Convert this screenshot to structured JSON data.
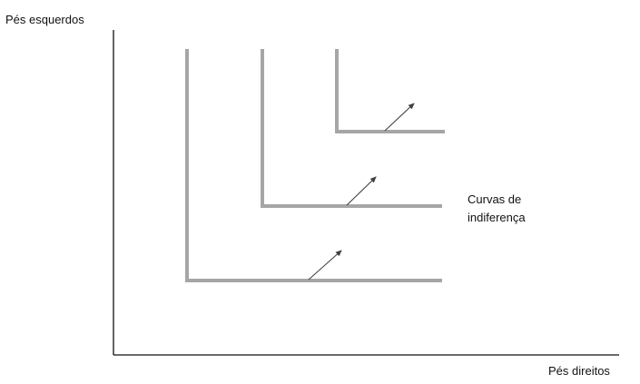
{
  "axes": {
    "y_label": "Pés esquerdos",
    "x_label": "Pés direitos"
  },
  "curves_label": {
    "line1": "Curvas de",
    "line2": "indiferença"
  },
  "colors": {
    "axis": "#111111",
    "curve": "#a6a6a6",
    "arrow": "#404040"
  },
  "curve_count": 3
}
